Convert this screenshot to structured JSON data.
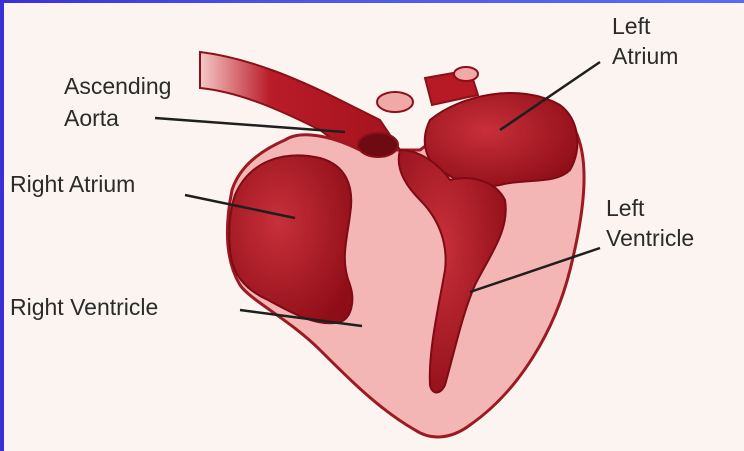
{
  "labels": {
    "ascending_aorta_line1": "Ascending",
    "ascending_aorta_line2": "Aorta",
    "right_atrium": "Right Atrium",
    "right_ventricle": "Right Ventricle",
    "left_atrium_line1": "Left",
    "left_atrium_line2": "Atrium",
    "left_ventricle_line1": "Left",
    "left_ventricle_line2": "Ventricle"
  },
  "colors": {
    "background_frame": "#3a2fd6",
    "panel": "#fbf4f0",
    "heart_wall": "#f3b6b4",
    "heart_outline": "#9c1a22",
    "chamber_blood": "#a8141f",
    "vessel": "#b41a24",
    "label_text": "#2b2b2b"
  }
}
